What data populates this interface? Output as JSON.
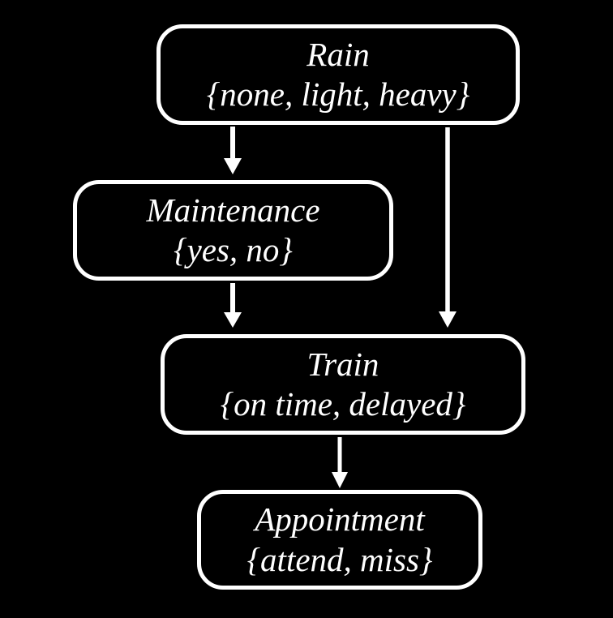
{
  "diagram": {
    "type": "bayesian-network",
    "background_color": "#000000",
    "node_border_color": "#ffffff",
    "text_color": "#ffffff",
    "arrow_color": "#ffffff",
    "nodes": {
      "rain": {
        "label": "Rain",
        "domain": "{none, light, heavy}"
      },
      "maintenance": {
        "label": "Maintenance",
        "domain": "{yes, no}"
      },
      "train": {
        "label": "Train",
        "domain": "{on time, delayed}"
      },
      "appointment": {
        "label": "Appointment",
        "domain": "{attend, miss}"
      }
    },
    "edges": [
      {
        "from": "Rain",
        "to": "Maintenance"
      },
      {
        "from": "Rain",
        "to": "Train"
      },
      {
        "from": "Maintenance",
        "to": "Train"
      },
      {
        "from": "Train",
        "to": "Appointment"
      }
    ]
  }
}
